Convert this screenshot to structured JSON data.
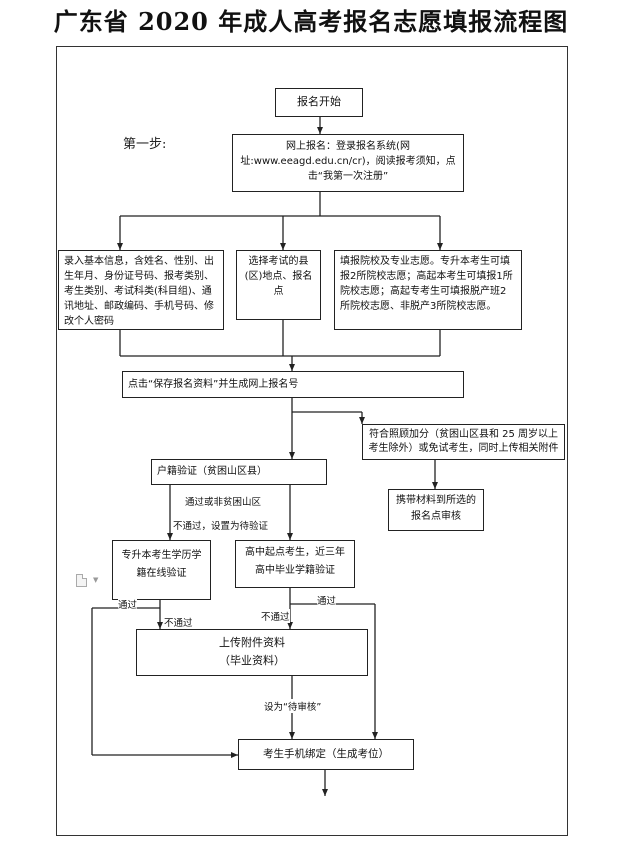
{
  "title": "广东省 2020 年成人高考报名志愿填报流程图",
  "step_label": "第一步:",
  "boxes": {
    "start": "报名开始",
    "online_register": "网上报名：登录报名系统(网址:www.eeagd.edu.cn/cr)，阅读报考须知，点击“我第一次注册”",
    "basic_info": "录入基本信息，含姓名、性别、出生年月、身份证号码、报考类别、考生类别、考试科类(科目组)、通讯地址、邮政编码、手机号码、修改个人密码",
    "select_county": "选择考试的县(区)地点、报名点",
    "fill_college": "填报院校及专业志愿。专升本考生可填报2所院校志愿；高起本考生可填报1所院校志愿；高起专考生可填报脱产班2所院校志愿、非脱产3所院校志愿。",
    "save_info": "点击“保存报名资料”并生成网上报名号",
    "bonus": "符合照顾加分（贫困山区县和 25 周岁以上考生除外）或免试考生，同时上传相关附件",
    "carry_materials": "携带材料到所选的报名点审核",
    "household": "户籍验证（贫困山区县）",
    "undergrad_verify": "专升本考生学历学籍在线验证",
    "highschool_verify": "高中起点考生，近三年高中毕业学籍验证",
    "upload_attach": "上传附件资料\n（毕业资料）",
    "phone_bind": "考生手机绑定（生成考位）"
  },
  "edge_labels": {
    "pass_or_nonpoor": "通过或非贫困山区",
    "fail_set_pending": "不通过，设置为待验证",
    "pass_left": "通过",
    "fail_left": "不通过",
    "fail_mid": "不通过",
    "pass_right": "通过",
    "set_pending_review": "设为“待审核”"
  },
  "colors": {
    "line": "#222222",
    "frame": "#333333"
  }
}
